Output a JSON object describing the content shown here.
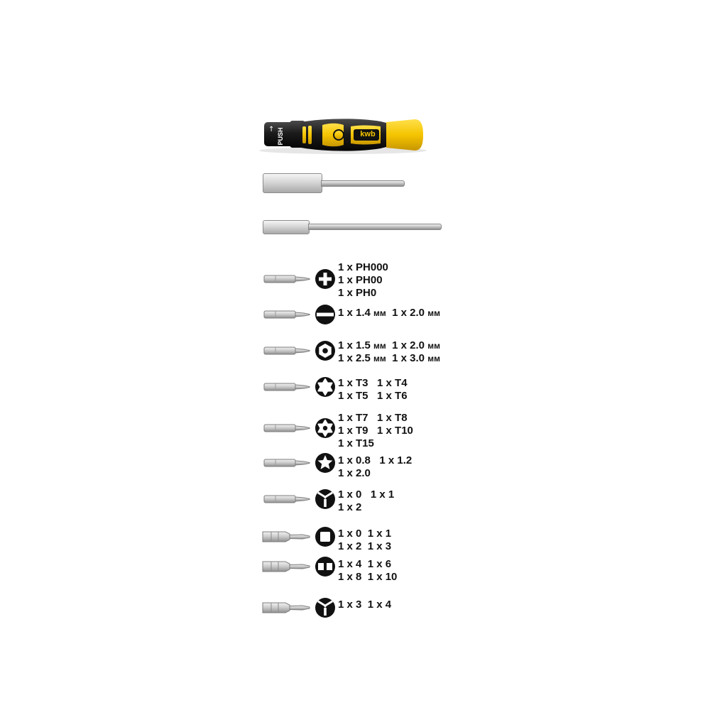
{
  "handle": {
    "push_label": "PUSH",
    "brand": "kwb",
    "colors": {
      "black": "#1a1a1a",
      "yellow": "#f5c400"
    }
  },
  "extensions": [
    {
      "name": "short-extension"
    },
    {
      "name": "long-extension"
    }
  ],
  "bits": [
    {
      "symbol": "phillips-icon",
      "lines": [
        "1 x PH000",
        "1 x PH00",
        "1 x PH0"
      ]
    },
    {
      "symbol": "slotted-icon",
      "lines": [
        "1 x 1.4 мм  1 x 2.0 мм"
      ]
    },
    {
      "symbol": "hex-icon",
      "lines": [
        "1 x 1.5 мм  1 x 2.0 мм",
        "1 x 2.5 мм  1 x 3.0 мм"
      ]
    },
    {
      "symbol": "torx-icon",
      "lines": [
        "1 x T3   1 x T4",
        "1 x T5   1 x T6"
      ]
    },
    {
      "symbol": "torx-tamper-icon",
      "lines": [
        "1 x T7   1 x T8",
        "1 x T9   1 x T10",
        "1 x T15"
      ]
    },
    {
      "symbol": "pentalobe-icon",
      "lines": [
        "1 x 0.8   1 x 1.2",
        "1 x 2.0"
      ]
    },
    {
      "symbol": "tri-wing-icon",
      "lines": [
        "1 x 0   1 x 1",
        "1 x 2"
      ]
    },
    {
      "symbol": "square-icon",
      "lines": [
        "1 x 0  1 x 1",
        "1 x 2  1 x 3"
      ]
    },
    {
      "symbol": "spanner-icon",
      "lines": [
        "1 x 4  1 x 6",
        "1 x 8  1 x 10"
      ]
    },
    {
      "symbol": "y-tip-icon",
      "lines": [
        "1 x 3  1 x 4"
      ]
    }
  ]
}
